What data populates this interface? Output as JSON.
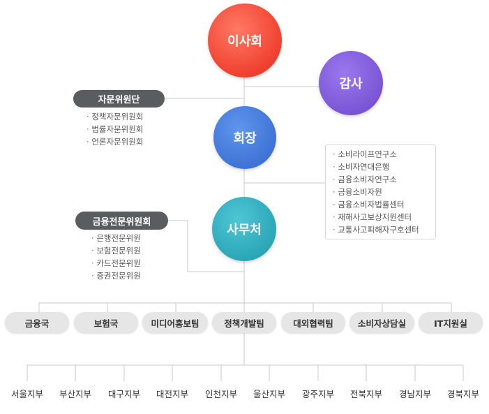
{
  "board": {
    "label": "이사회"
  },
  "audit": {
    "label": "감사"
  },
  "chairman": {
    "label": "회장"
  },
  "secretariat": {
    "label": "사무처"
  },
  "advisory_committee": {
    "label": "자문위원단",
    "items": [
      "정책자문위원회",
      "법률자문위원회",
      "언론자문위원회"
    ]
  },
  "financial_committee": {
    "label": "금융전문위원회",
    "items": [
      "은행전문위원",
      "보험전문위원",
      "카드전문위원",
      "증권전문위원"
    ]
  },
  "affiliated_orgs": {
    "items": [
      "소비라이프연구소",
      "소비자연대은행",
      "금융소비자연구소",
      "금융소비자원",
      "금융소비자법률센터",
      "재해사고보상지원센터",
      "교통사고피해자구호센터"
    ]
  },
  "departments": [
    "금융국",
    "보험국",
    "미디어홍보팀",
    "정책개발팀",
    "대외협력팀",
    "소비자상담실",
    "IT지원실"
  ],
  "branches": [
    "서울지부",
    "부산지부",
    "대구지부",
    "대전지부",
    "인천지부",
    "울산지부",
    "광주지부",
    "전북지부",
    "경남지부",
    "경북지부"
  ]
}
